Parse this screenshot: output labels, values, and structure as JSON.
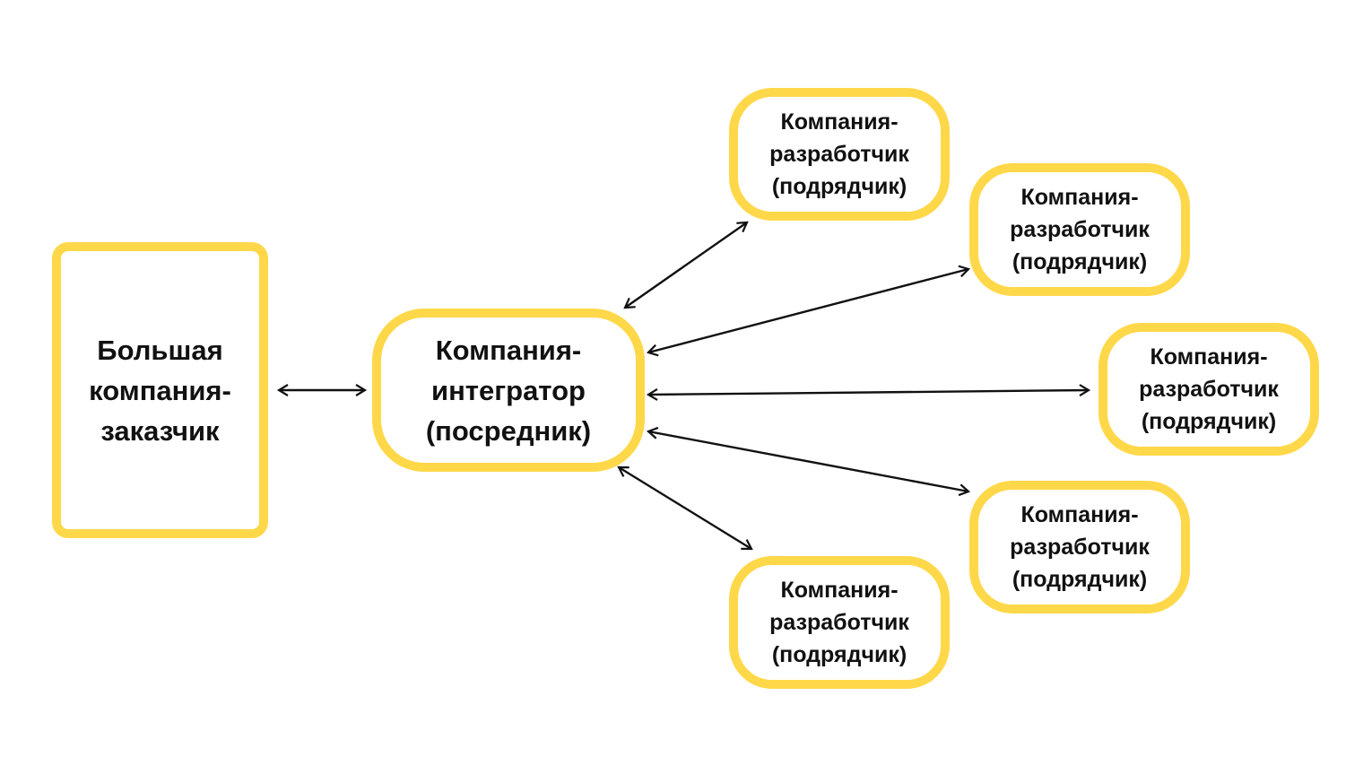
{
  "client": {
    "lines": [
      "Большая",
      "компания-",
      "заказчик"
    ]
  },
  "integrator": {
    "lines": [
      "Компания-",
      "интегратор",
      "(посредник)"
    ]
  },
  "contractors": [
    {
      "lines": [
        "Компания-",
        "разработчик",
        "(подрядчик)"
      ]
    },
    {
      "lines": [
        "Компания-",
        "разработчик",
        "(подрядчик)"
      ]
    },
    {
      "lines": [
        "Компания-",
        "разработчик",
        "(подрядчик)"
      ]
    },
    {
      "lines": [
        "Компания-",
        "разработчик",
        "(подрядчик)"
      ]
    },
    {
      "lines": [
        "Компания-",
        "разработчик",
        "(подрядчик)"
      ]
    }
  ],
  "colors": {
    "border": "#FFD84A",
    "arrow": "#111111"
  }
}
